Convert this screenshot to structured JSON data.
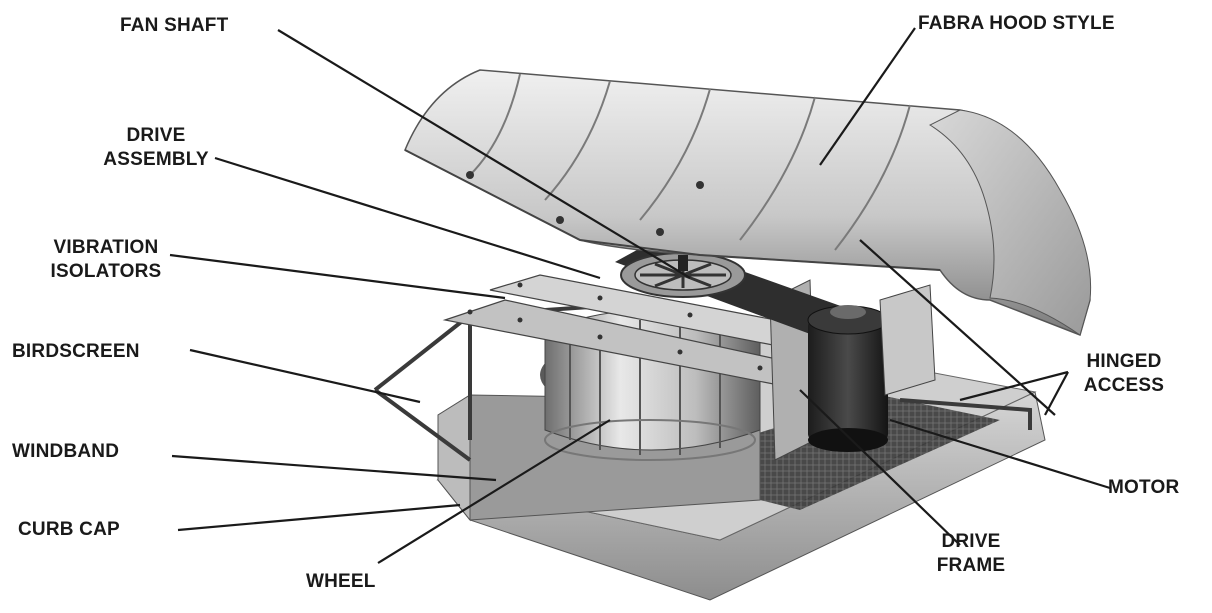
{
  "labels": {
    "fan_shaft": [
      "FAN SHAFT"
    ],
    "fabra_hood_style": [
      "FABRA HOOD STYLE"
    ],
    "drive_assembly": [
      "DRIVE",
      "ASSEMBLY"
    ],
    "vibration_isolators": [
      "VIBRATION",
      "ISOLATORS"
    ],
    "birdscreen": [
      "BIRDSCREEN"
    ],
    "windband": [
      "WINDBAND"
    ],
    "curb_cap": [
      "CURB CAP"
    ],
    "wheel": [
      "WHEEL"
    ],
    "hinged_access": [
      "HINGED",
      "ACCESS"
    ],
    "motor": [
      "MOTOR"
    ],
    "drive_frame": [
      "DRIVE",
      "FRAME"
    ]
  },
  "colors": {
    "text": "#1a1a1a",
    "leader": "#1a1a1a",
    "hood_light": "#e4e4e4",
    "hood_dark": "#8a8a8a",
    "steel": "#b9b9b9",
    "dark_metal": "#2b2b2b"
  }
}
